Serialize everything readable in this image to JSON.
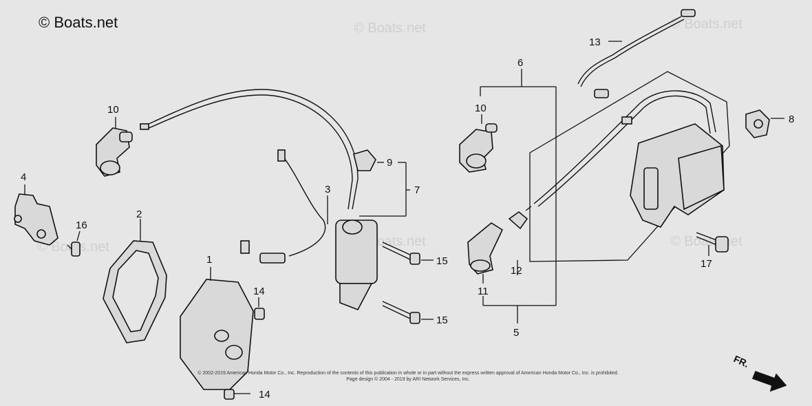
{
  "watermark": {
    "main": "© Boats.net",
    "ghost": "© Boats.net"
  },
  "callouts": {
    "c1": "1",
    "c2": "2",
    "c3": "3",
    "c4": "4",
    "c5": "5",
    "c6": "6",
    "c7": "7",
    "c8": "8",
    "c9": "9",
    "c10a": "10",
    "c10b": "10",
    "c11": "11",
    "c12": "12",
    "c13": "13",
    "c14a": "14",
    "c14b": "14",
    "c15a": "15",
    "c15b": "15",
    "c16": "16",
    "c17": "17"
  },
  "copyright": {
    "line1": "© 2002-2019 American Honda Motor Co., Inc. Reproduction of the contents of this publication in whole or in part without the express written approval of American Honda Motor Co., Inc. is prohibited.",
    "line2": "Page design © 2004 - 2019 by ARI Network Services, Inc."
  },
  "direction_label": "FR."
}
